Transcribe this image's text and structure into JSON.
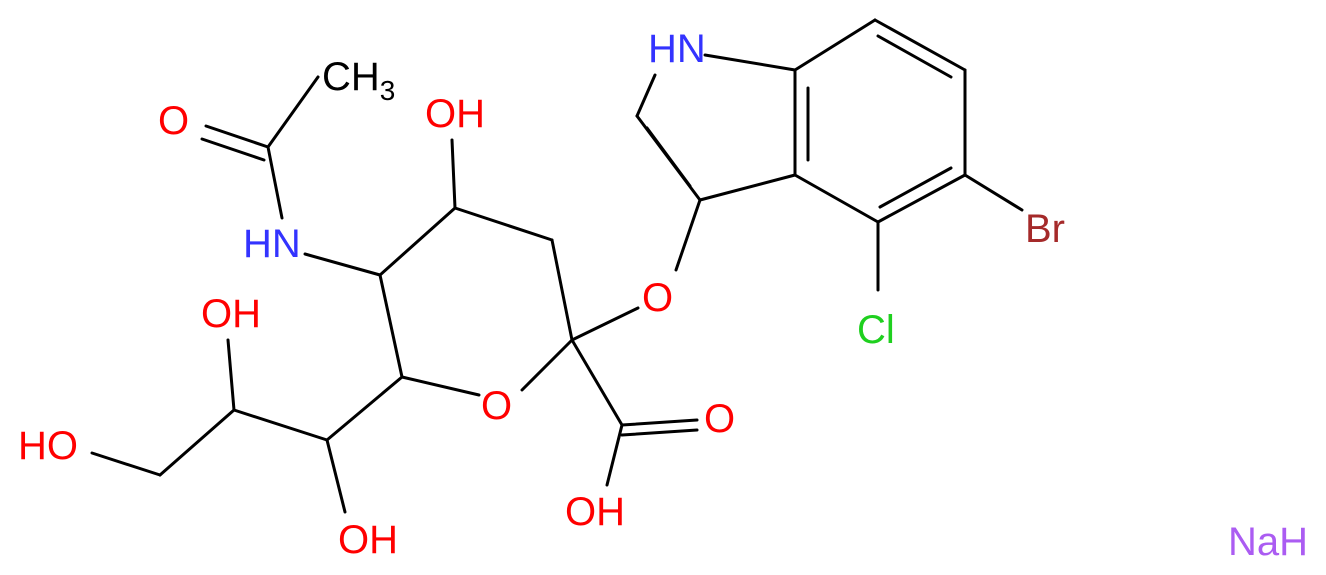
{
  "colors": {
    "bond": "#000000",
    "oxygen": "#ff0000",
    "nitrogen": "#3333ff",
    "bromine": "#a52a2a",
    "chlorine": "#1fd01f",
    "sodium": "#ab5cf2",
    "carbon": "#000000"
  },
  "labels": {
    "methyl_c": "CH",
    "methyl_sub": "3",
    "acetyl_o": "O",
    "amide_nh": "HN",
    "oh_ring_top": "OH",
    "oh_side_top": "OH",
    "oh_terminal": "HO",
    "oh_side_bottom": "OH",
    "ring_o": "O",
    "glycosidic_o": "O",
    "carboxyl_o": "O",
    "carboxyl_oh": "OH",
    "indole_nh": "HN",
    "bromine": "Br",
    "chlorine": "Cl",
    "counterion": "NaH"
  }
}
